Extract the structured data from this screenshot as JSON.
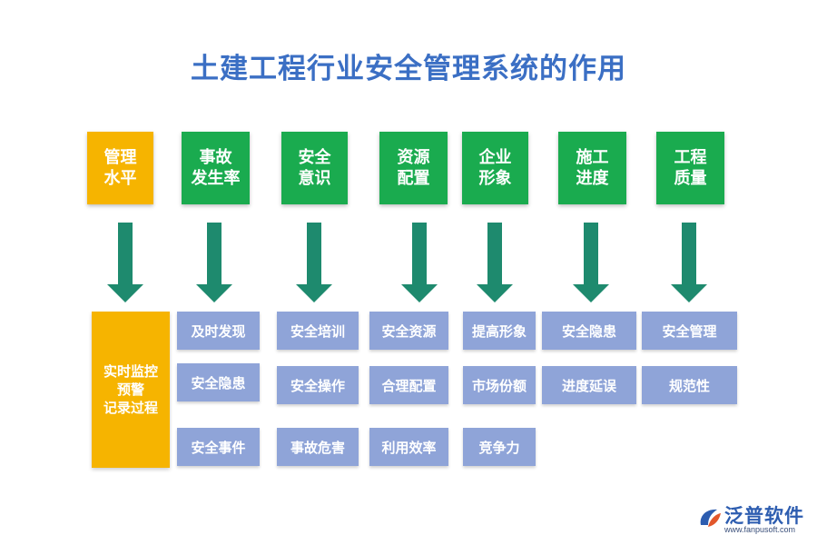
{
  "title": "土建工程行业安全管理系统的作用",
  "columns": [
    {
      "header": "管理\n水平",
      "items": [
        "实时监控\n预警\n记录过程"
      ]
    },
    {
      "header": "事故\n发生率",
      "items": [
        "及时发现",
        "安全隐患",
        "安全事件"
      ]
    },
    {
      "header": "安全\n意识",
      "items": [
        "安全培训",
        "安全操作",
        "事故危害"
      ]
    },
    {
      "header": "资源\n配置",
      "items": [
        "安全资源",
        "合理配置",
        "利用效率"
      ]
    },
    {
      "header": "企业\n形象",
      "items": [
        "提高形象",
        "市场份额",
        "竞争力"
      ]
    },
    {
      "header": "施工\n进度",
      "items": [
        "安全隐患",
        "进度延误"
      ]
    },
    {
      "header": "工程\n质量",
      "items": [
        "安全管理",
        "规范性"
      ]
    }
  ],
  "logo": {
    "name": "泛普软件",
    "url": "www.fanpusoft.com"
  },
  "colors": {
    "title": "#3b6fc4",
    "header_green": "#1aab4f",
    "header_yellow": "#f6b400",
    "item_blue": "#8fa4d8",
    "arrow": "#1e8a6e"
  }
}
